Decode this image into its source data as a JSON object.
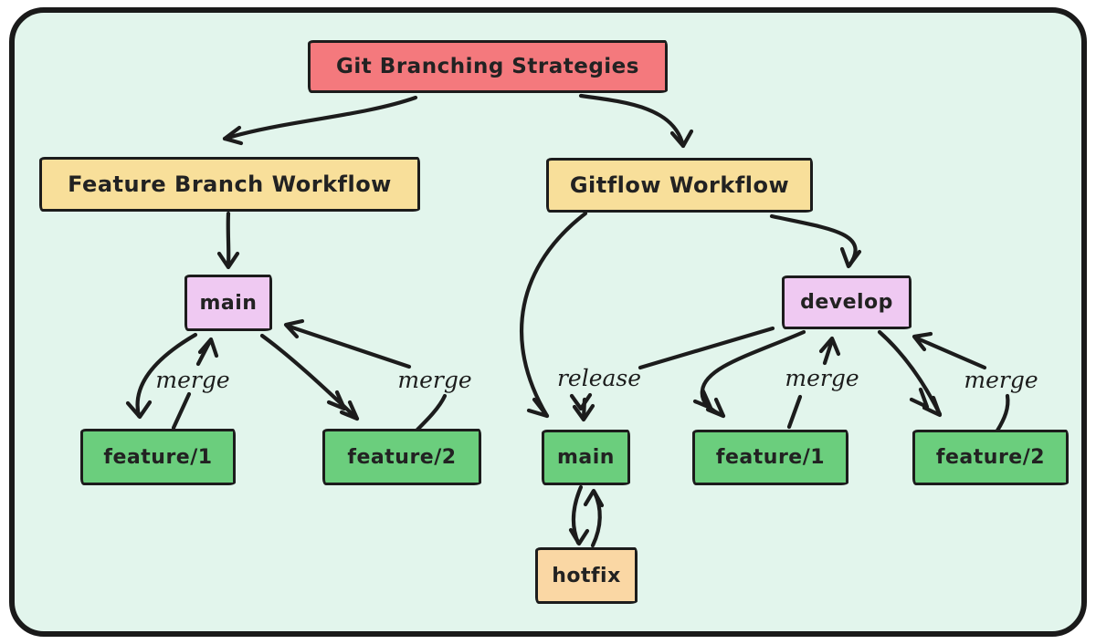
{
  "diagram": {
    "title": "Git Branching Strategies",
    "background_color": "#e2f5ec",
    "stroke_color": "#1c1c1c",
    "nodes": {
      "root": {
        "label": "Git Branching Strategies",
        "color": "#f4797d"
      },
      "feature_branch_workflow": {
        "label": "Feature Branch Workflow",
        "color": "#f8df9a"
      },
      "gitflow_workflow": {
        "label": "Gitflow Workflow",
        "color": "#f8df9a"
      },
      "fbw_main": {
        "label": "main",
        "color": "#efc9f2"
      },
      "fbw_feature_1": {
        "label": "feature/1",
        "color": "#6bce7d"
      },
      "fbw_feature_2": {
        "label": "feature/2",
        "color": "#6bce7d"
      },
      "gitflow_develop": {
        "label": "develop",
        "color": "#efc9f2"
      },
      "gitflow_main": {
        "label": "main",
        "color": "#6bce7d"
      },
      "gitflow_feature_1": {
        "label": "feature/1",
        "color": "#6bce7d"
      },
      "gitflow_feature_2": {
        "label": "feature/2",
        "color": "#6bce7d"
      },
      "gitflow_hotfix": {
        "label": "hotfix",
        "color": "#fad7a4"
      }
    },
    "edge_labels": {
      "fbw_merge_feature_1": "merge",
      "fbw_merge_feature_2": "merge",
      "gitflow_release": "release",
      "gitflow_merge_feature_1": "merge",
      "gitflow_merge_feature_2": "merge"
    }
  }
}
